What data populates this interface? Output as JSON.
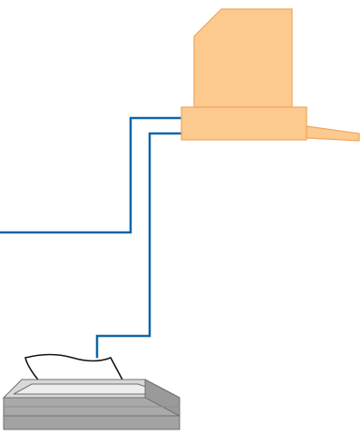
{
  "diagram": {
    "type": "network-diagram",
    "elements": [
      "monitor",
      "keyboard",
      "computer-base",
      "printer",
      "paper-sheet"
    ],
    "cable_color": "#0d64a8",
    "computer_fill": "#fcc98e",
    "computer_stroke": "#f1a55f",
    "printer_colors": {
      "top": "#d8d8d8",
      "front": "#a9a9a9",
      "side": "#9a9a9a",
      "outline": "#6f6f6f",
      "slot": "#ededed"
    },
    "paper_fill": "#ffffff",
    "paper_stroke": "#111111"
  }
}
